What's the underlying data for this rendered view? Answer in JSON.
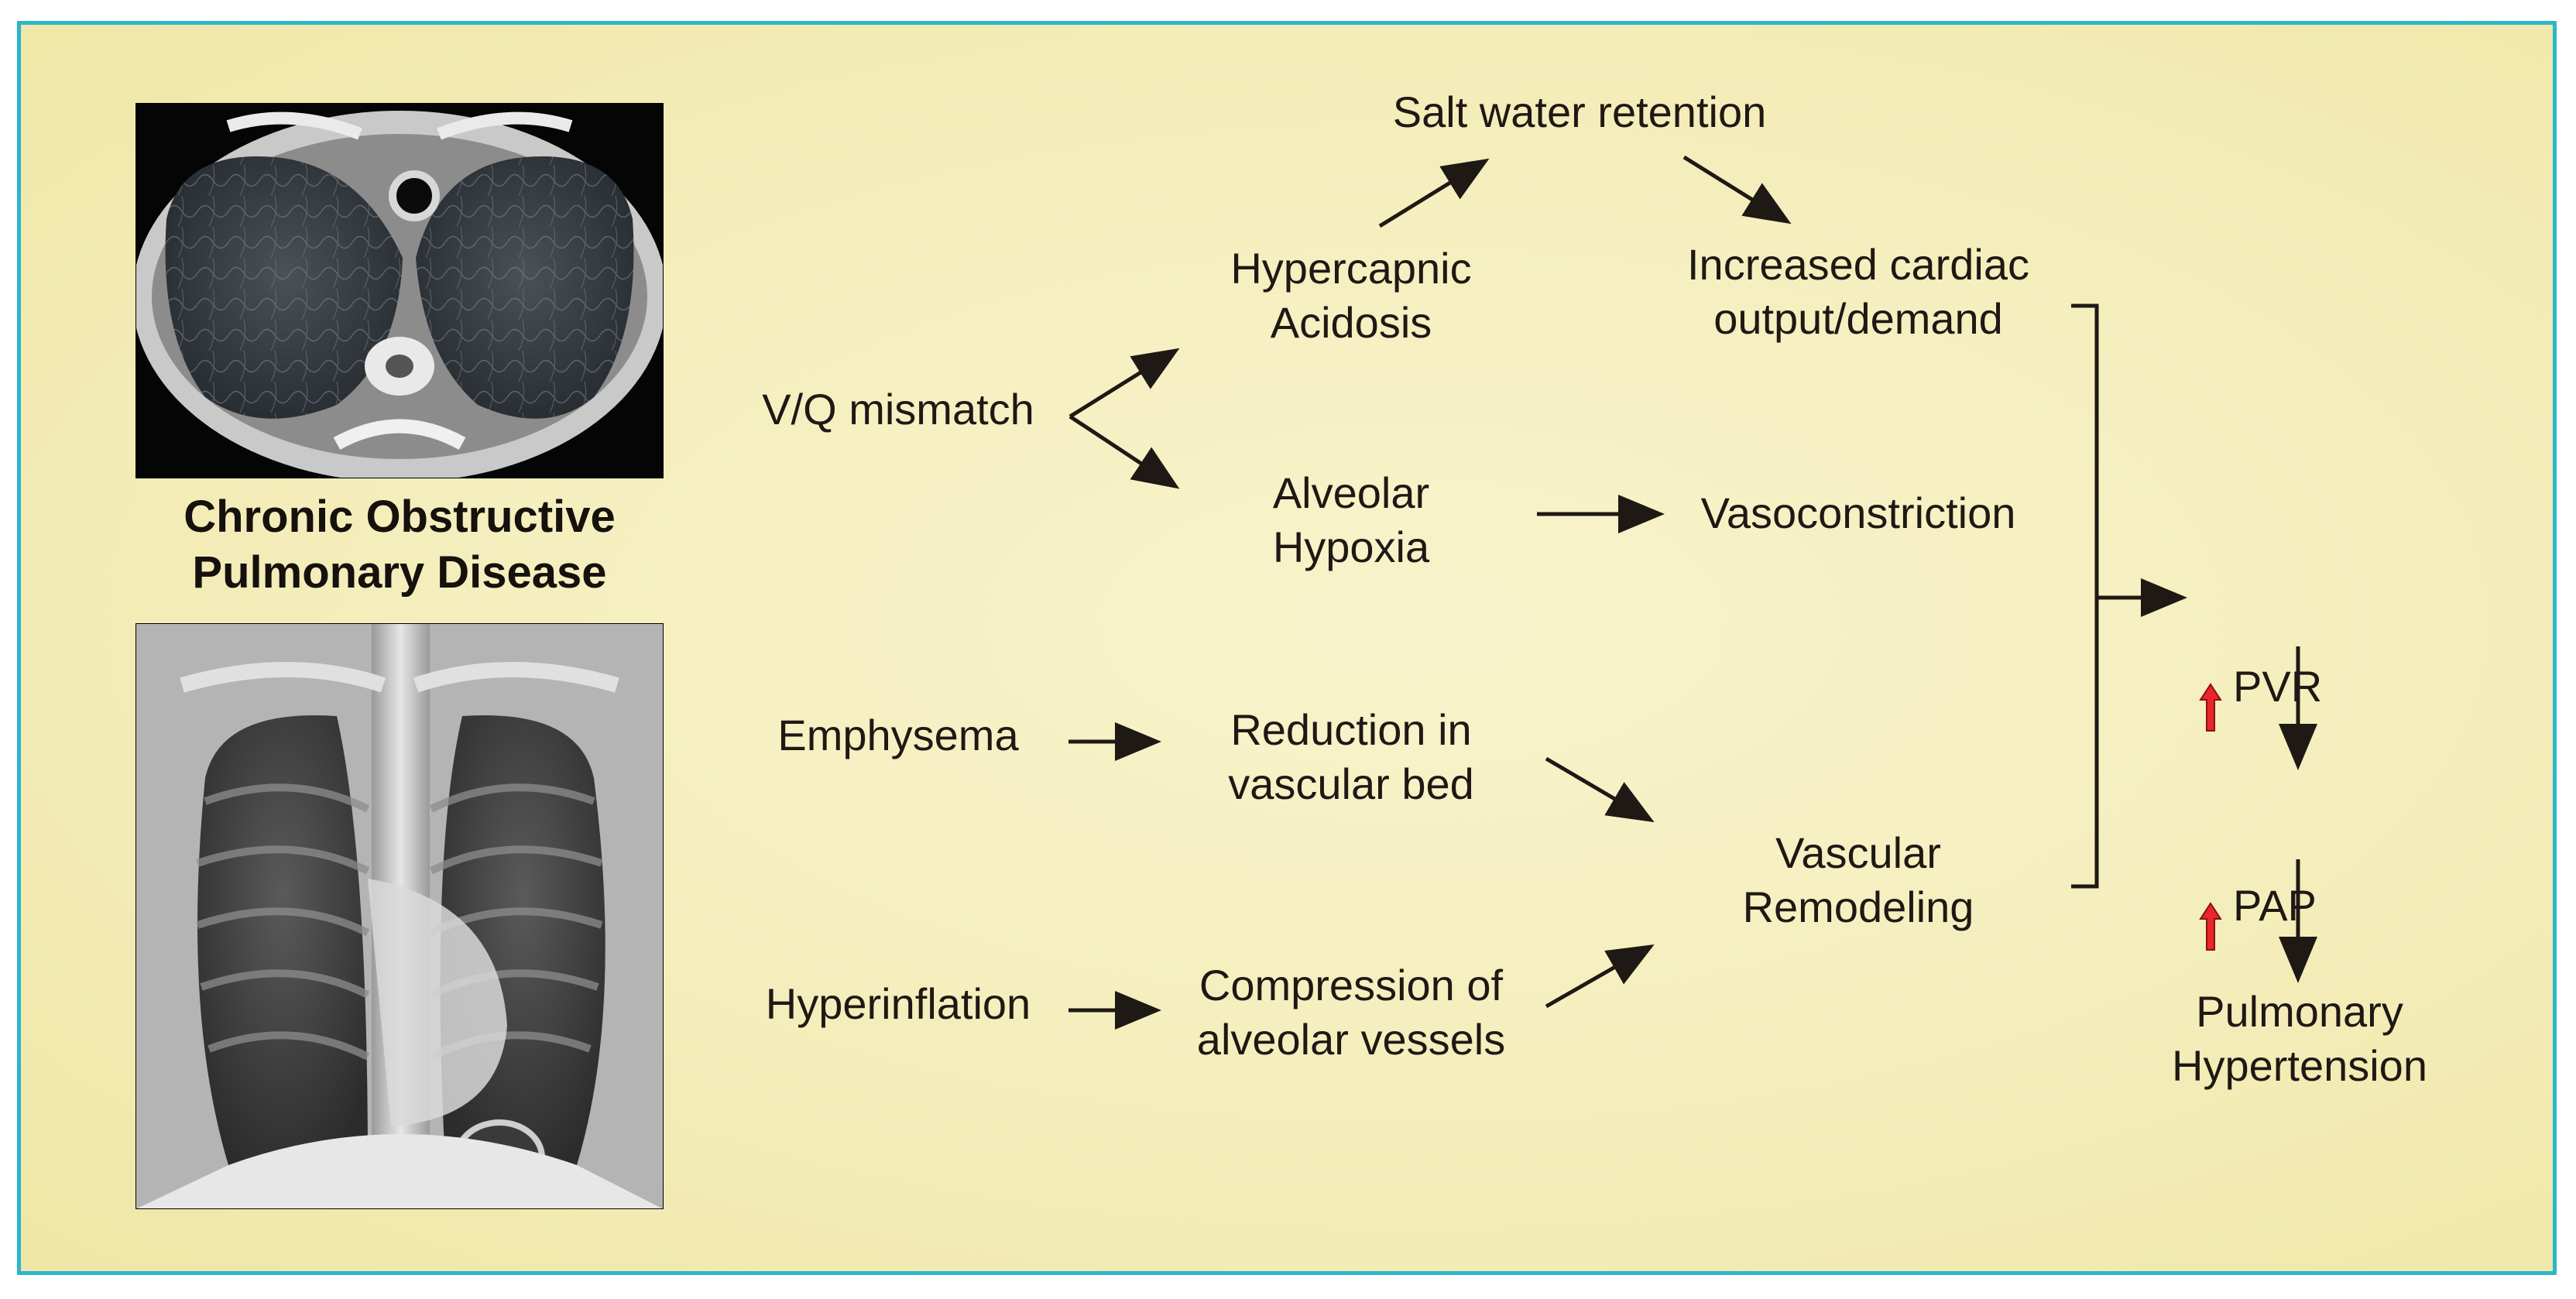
{
  "caption": "Chronic Obstructive\nPulmonary Disease",
  "nodes": {
    "salt": "Salt water retention",
    "hypercapnic": "Hypercapnic\nAcidosis",
    "cardiac": "Increased cardiac\noutput/demand",
    "vq": "V/Q mismatch",
    "alveolar": "Alveolar\nHypoxia",
    "vasoconstriction": "Vasoconstriction",
    "emphysema": "Emphysema",
    "reduction": "Reduction in\nvascular bed",
    "remodeling": "Vascular\nRemodeling",
    "hyperinflation": "Hyperinflation",
    "compression": "Compression of\nalveolar vessels",
    "pvr": "PVR",
    "pap": "PAP",
    "ph": "Pulmonary\nHypertension"
  },
  "colors": {
    "border": "#2bb6cc",
    "background": "#f5efbf",
    "arrow": "#1e1914",
    "increase_arrow": "#e8262b"
  },
  "icons": {
    "increase": "red-up-arrow-icon"
  }
}
